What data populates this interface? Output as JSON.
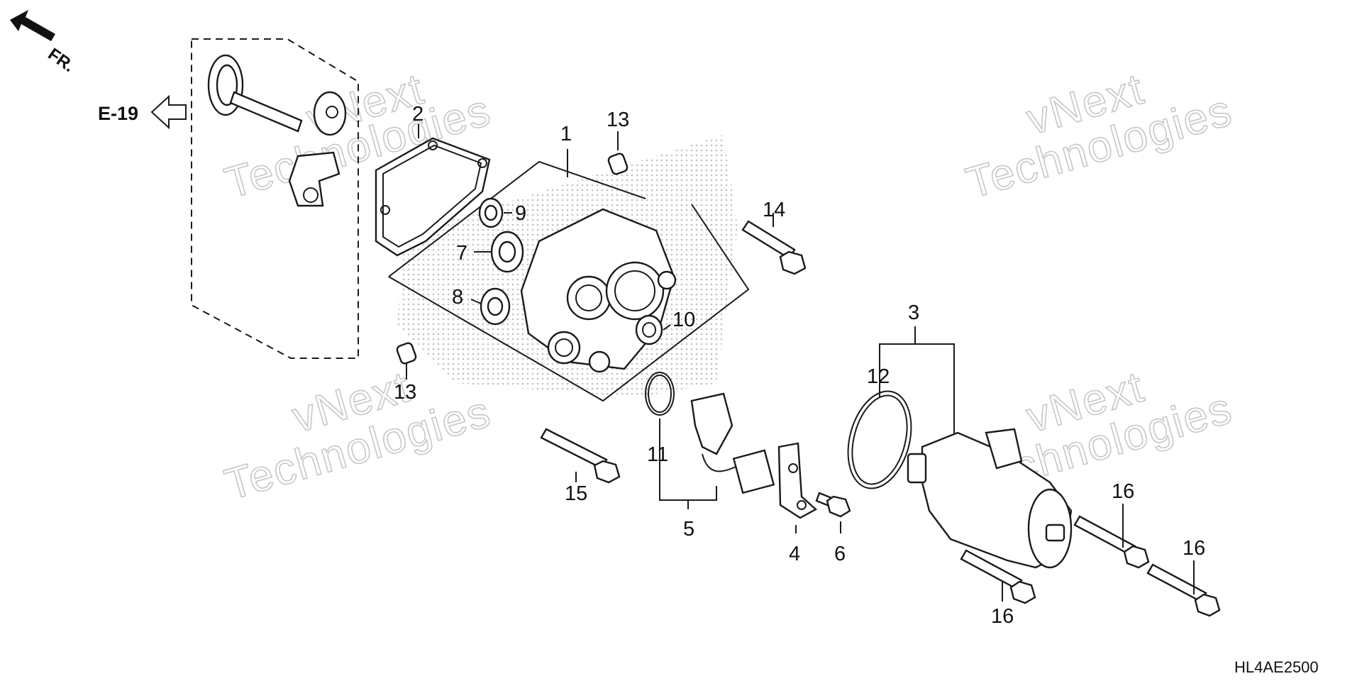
{
  "diagram": {
    "reference_code": "HL4AE2500",
    "section_ref": "E-19",
    "front_marker": "FR.",
    "watermark": [
      "vNext",
      "Technologies"
    ],
    "callouts": [
      {
        "id": "c1",
        "label": "1"
      },
      {
        "id": "c2",
        "label": "2"
      },
      {
        "id": "c3",
        "label": "3"
      },
      {
        "id": "c4",
        "label": "4"
      },
      {
        "id": "c5",
        "label": "5"
      },
      {
        "id": "c6",
        "label": "6"
      },
      {
        "id": "c7",
        "label": "7"
      },
      {
        "id": "c8",
        "label": "8"
      },
      {
        "id": "c9",
        "label": "9"
      },
      {
        "id": "c10",
        "label": "10"
      },
      {
        "id": "c11",
        "label": "11"
      },
      {
        "id": "c12",
        "label": "12"
      },
      {
        "id": "c13a",
        "label": "13"
      },
      {
        "id": "c13b",
        "label": "13"
      },
      {
        "id": "c14",
        "label": "14"
      },
      {
        "id": "c15",
        "label": "15"
      },
      {
        "id": "c16a",
        "label": "16"
      },
      {
        "id": "c16b",
        "label": "16"
      },
      {
        "id": "c16c",
        "label": "16"
      }
    ]
  }
}
